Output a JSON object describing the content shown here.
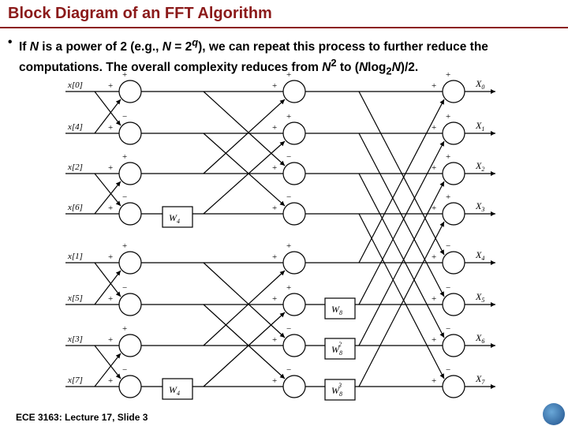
{
  "slide": {
    "title": "Block Diagram of an FFT Algorithm",
    "bullet_symbol": "•",
    "bullet": {
      "p1": "If ",
      "n1": "N",
      "p2": " is a power of 2 (e.g., ",
      "n2": "N",
      "p3": " = 2",
      "exp_q": "q",
      "p4": "), we can repeat this process to further reduce the computations. The overall complexity reduces from ",
      "n3": "N",
      "exp_2": "2",
      "p5": " to (",
      "n4": "N",
      "p6": "log",
      "sub_2": "2",
      "n5": "N",
      "p7": ")/2."
    },
    "footer": "ECE 3163: Lecture 17, Slide 3"
  },
  "diagram": {
    "inputs": [
      "x[0]",
      "x[4]",
      "x[2]",
      "x[6]",
      "x[1]",
      "x[5]",
      "x[3]",
      "x[7]"
    ],
    "outputs": [
      {
        "base": "X",
        "sub": "0"
      },
      {
        "base": "X",
        "sub": "1"
      },
      {
        "base": "X",
        "sub": "2"
      },
      {
        "base": "X",
        "sub": "3"
      },
      {
        "base": "X",
        "sub": "4"
      },
      {
        "base": "X",
        "sub": "5"
      },
      {
        "base": "X",
        "sub": "6"
      },
      {
        "base": "X",
        "sub": "7"
      }
    ],
    "twiddles": {
      "w4_a": {
        "base": "W",
        "sub": "4",
        "sup": ""
      },
      "w4_b": {
        "base": "W",
        "sub": "4",
        "sup": ""
      },
      "w8_1": {
        "base": "W",
        "sub": "8",
        "sup": ""
      },
      "w8_2": {
        "base": "W",
        "sub": "8",
        "sup": "2"
      },
      "w8_3": {
        "base": "W",
        "sub": "8",
        "sup": "3"
      }
    },
    "signs": {
      "plus": "+",
      "minus": "−"
    }
  }
}
